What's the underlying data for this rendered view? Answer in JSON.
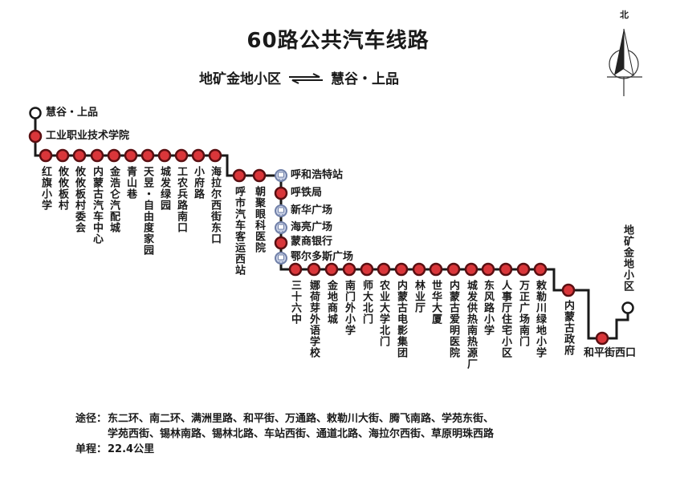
{
  "header": {
    "title": "60路公共汽车线路",
    "from": "地矿金地小区",
    "to": "慧谷・上品",
    "direction_icon": "bidirectional-arrows-icon"
  },
  "compass": {
    "label": "北",
    "icon": "north-arrow-icon"
  },
  "colors": {
    "line": "#1a1a1a",
    "stop_fill": "#d9363a",
    "stop_ring": "#5a0f12",
    "bus_hub": "#9aa6c8"
  },
  "route": {
    "terminal_start": "慧谷・上品",
    "terminal_end": "地矿金地小区",
    "stops_top_left": [
      "工业职业技术学院"
    ],
    "stops_row1": [
      "红旗小学",
      "攸攸板村",
      "攸攸板村委会",
      "内蒙古汽车中心",
      "金浩仑汽配城",
      "青山巷",
      "天昱・自由度家园",
      "城发绿园",
      "工农兵路南口",
      "小府路",
      "海拉尔西街东口"
    ],
    "stops_row2": [
      "呼市汽车客运西站",
      "朝聚眼科医院"
    ],
    "stops_column": [
      {
        "name": "呼和浩特站",
        "type": "hub"
      },
      {
        "name": "呼铁局",
        "type": "stop"
      },
      {
        "name": "新华广场",
        "type": "hub"
      },
      {
        "name": "海亮广场",
        "type": "hub"
      },
      {
        "name": "蒙商银行",
        "type": "stop"
      },
      {
        "name": "鄂尔多斯广场",
        "type": "hub"
      }
    ],
    "stops_row3": [
      "三十六中",
      "娜荷芽外语学校",
      "金地商城",
      "南门外小学",
      "师大北门",
      "农业大学北门",
      "内蒙古电影集团",
      "林业厅",
      "世华大厦",
      "内蒙古爱明医院",
      "城发供热南热源厂",
      "东风路小学",
      "人事厅住宅小区",
      "万正广场南门",
      "敕勒川绿地小学"
    ],
    "stops_tail": [
      "内蒙古政府",
      "和平街西口"
    ]
  },
  "footer": {
    "via_label": "途径：",
    "via_line1": "东二环、南二环、满洲里路、和平街、万通路、敕勒川大街、腾飞南路、学苑东街、",
    "via_line2": "学苑西街、锡林南路、锡林北路、车站西街、通道北路、海拉尔西街、草原明珠西路",
    "distance_label": "单程：",
    "distance_value": "22.4公里"
  }
}
